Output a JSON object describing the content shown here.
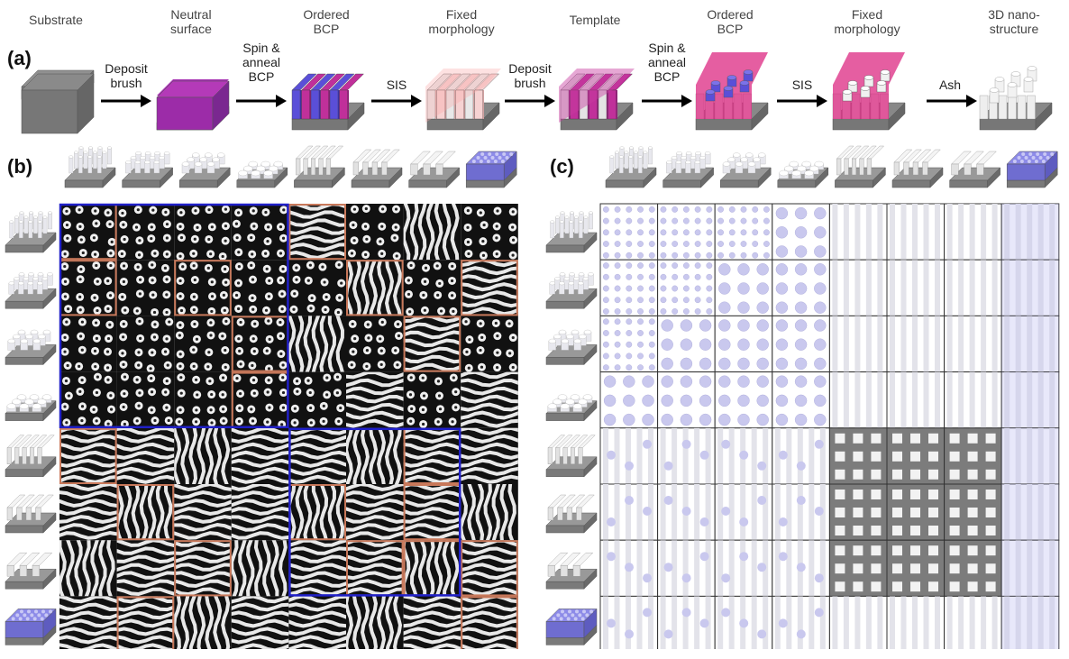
{
  "panel_labels": {
    "a": "(a)",
    "b": "(b)",
    "c": "(c)"
  },
  "process": {
    "stages": [
      {
        "label": "Substrate"
      },
      {
        "label": "Neutral\nsurface"
      },
      {
        "label": "Ordered\nBCP"
      },
      {
        "label": "Fixed\nmorphology"
      },
      {
        "label": "Template"
      },
      {
        "label": "Ordered\nBCP"
      },
      {
        "label": "Fixed\nmorphology"
      },
      {
        "label": "3D nano-\nstructure"
      }
    ],
    "steps": [
      {
        "label": "Deposit\nbrush"
      },
      {
        "label": "Spin &\nanneal\nBCP"
      },
      {
        "label": "SIS"
      },
      {
        "label": "Deposit\nbrush"
      },
      {
        "label": "Spin &\nanneal\nBCP"
      },
      {
        "label": "SIS"
      },
      {
        "label": "Ash"
      }
    ]
  },
  "template_types": [
    "tall-pillars",
    "pillars",
    "wide-pillars",
    "domes",
    "tall-lines",
    "lines",
    "wide-lines",
    "blue-dots"
  ],
  "colors": {
    "substrate": "#8a8a8a",
    "magenta": "#c0309a",
    "blue": "#5a4fd8",
    "pink": "#f4b8b8",
    "grid_border": "#c8785a",
    "region_border": "#2020c8",
    "pattern_fill": "#c9c8ee"
  }
}
